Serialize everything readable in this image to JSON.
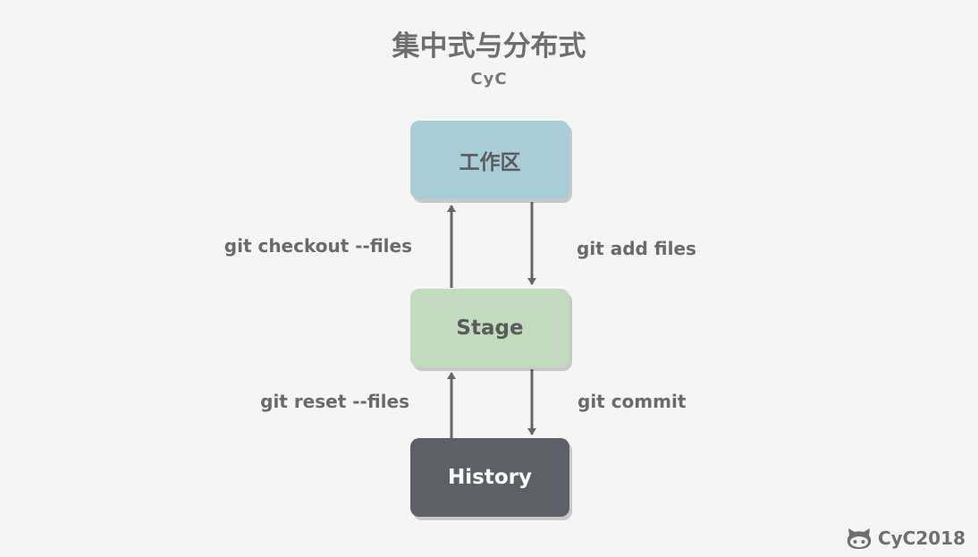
{
  "title": "集中式与分布式",
  "subtitle": "CyC",
  "nodes": {
    "workdir": "工作区",
    "stage": "Stage",
    "history": "History"
  },
  "edges": {
    "checkout": "git checkout --files",
    "add": "git add files",
    "reset": "git reset --files",
    "commit": "git commit"
  },
  "watermark": {
    "text": "CyC2018",
    "icon": "github-cat-icon"
  },
  "colors": {
    "background": "#f5f5f5",
    "workdir": "#a9cdd6",
    "stage": "#c2dbbf",
    "history": "#5e6067",
    "arrow": "#666666"
  }
}
